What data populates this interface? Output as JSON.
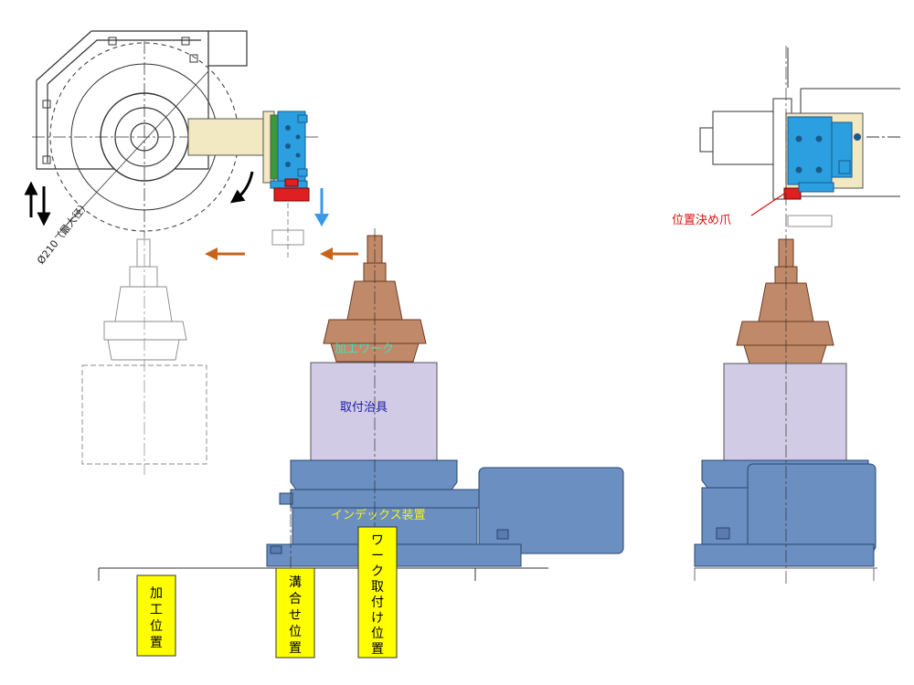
{
  "labels": {
    "diameter": "Ø210（最大径）",
    "workpiece": "加工ワーク",
    "fixture": "取付治具",
    "indexer": "インデックス装置",
    "locating_claw": "位置決め爪"
  },
  "positions": {
    "machining": [
      "加",
      "工",
      "位",
      "置"
    ],
    "mating": [
      "溝",
      "合",
      "せ",
      "位",
      "置"
    ],
    "loading": [
      "ワ",
      "ー",
      "ク",
      "取",
      "付",
      "け",
      "位",
      "置"
    ]
  },
  "colors": {
    "workpiece": "#c08a6a",
    "fixture": "#d2cbe6",
    "indexer": "#6a8fc0",
    "gripper_base": "#f2e8c2",
    "gripper_head": "#2b9fe0",
    "pad_red": "#e02020",
    "pad_green": "#3a9a3a",
    "arrow_orange": "#c8631a",
    "arrow_blue": "#3a9ae8",
    "label_yellow_box": "#ffff00",
    "label_cyan_text": "#40e0c0",
    "label_navy_text": "#1a1aa0",
    "label_yellow_text": "#f8f020",
    "label_red_text": "#e01010"
  }
}
